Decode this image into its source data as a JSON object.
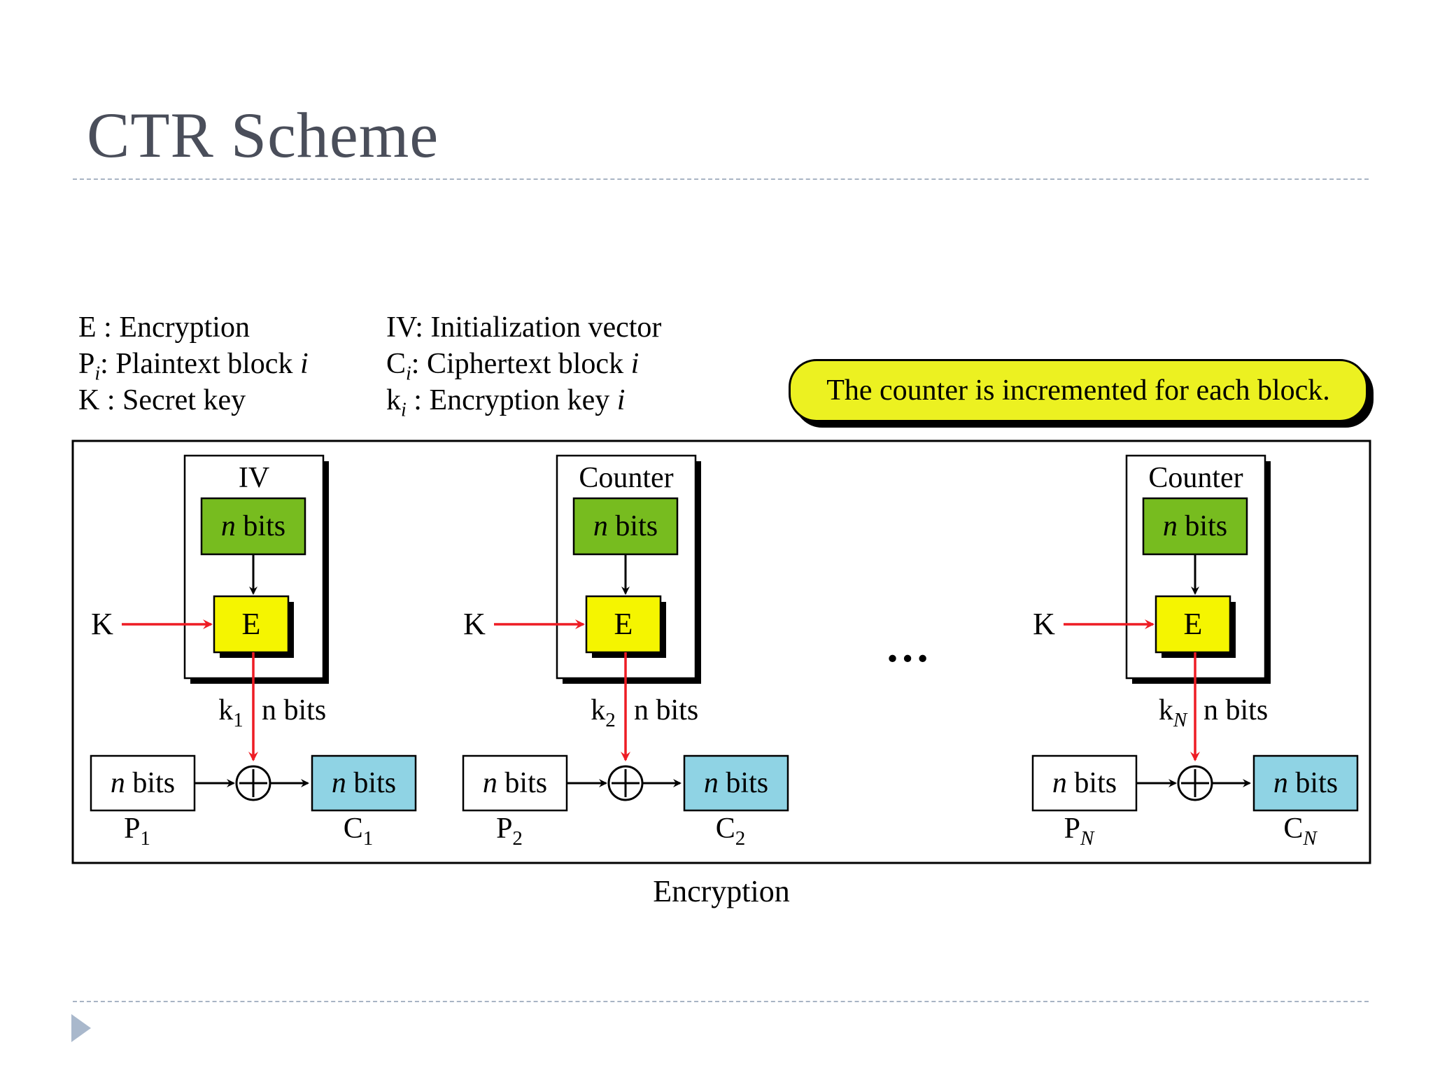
{
  "title": "CTR Scheme",
  "legend": {
    "left": [
      {
        "main": "E",
        "sub": "",
        "text": " : Encryption",
        "italic_tail": ""
      },
      {
        "main": "P",
        "sub": "i",
        "text": ": Plaintext block ",
        "italic_tail": "i"
      },
      {
        "main": "K",
        "sub": "",
        "text": " : Secret key",
        "italic_tail": ""
      }
    ],
    "right": [
      {
        "main": "IV",
        "sub": "",
        "text": ": Initialization vector",
        "italic_tail": ""
      },
      {
        "main": "C",
        "sub": "i",
        "text": ": Ciphertext block ",
        "italic_tail": "i"
      },
      {
        "main": "k",
        "sub": "i",
        "text": " : Encryption key ",
        "italic_tail": "i"
      }
    ]
  },
  "callout": "The counter is incremented for each block.",
  "diagram": {
    "caption": "Encryption",
    "ellipsis": "…",
    "key_label": "K",
    "encrypt_label": "E",
    "bits_n": "n",
    "bits_word": " bits",
    "key_bits_label": "n bits",
    "stages": [
      {
        "box_label": "IV",
        "key_main": "k",
        "key_sub": "1",
        "p_main": "P",
        "p_sub": "1",
        "c_main": "C",
        "c_sub": "1"
      },
      {
        "box_label": "Counter",
        "key_main": "k",
        "key_sub": "2",
        "p_main": "P",
        "p_sub": "2",
        "c_main": "C",
        "c_sub": "2"
      },
      {
        "box_label": "Counter",
        "key_main": "k",
        "key_sub": "N",
        "p_main": "P",
        "p_sub": "N",
        "c_main": "C",
        "c_sub": "N"
      }
    ]
  },
  "colors": {
    "green_block": "#77bc1f",
    "yellow_block": "#f5f500",
    "cyan_block": "#8fd3e4",
    "red_arrow": "#ee1c24",
    "title": "#4a4e5a",
    "callout": "#ecf121"
  }
}
